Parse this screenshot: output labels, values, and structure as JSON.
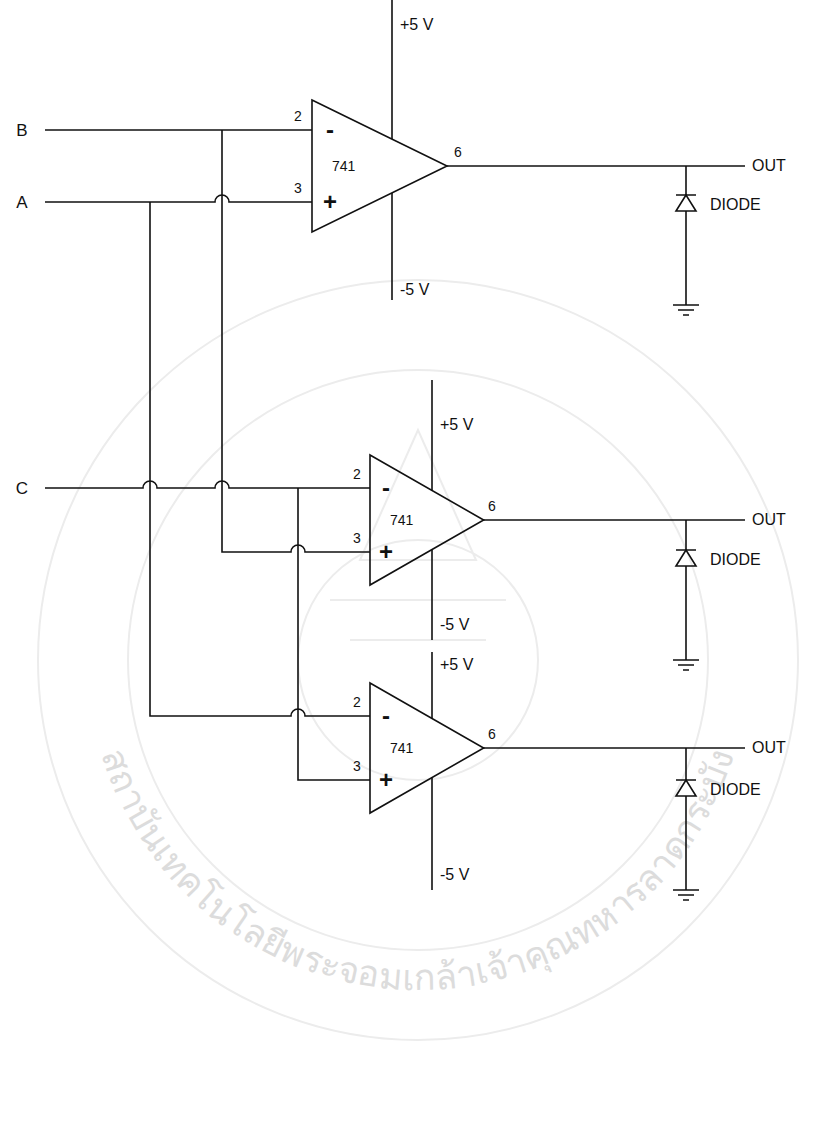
{
  "diagram": {
    "nodes": [
      {
        "text": [
          "741"
        ]
      },
      {
        "text": [
          "741"
        ]
      },
      {
        "text": [
          "741"
        ]
      }
    ],
    "labels": [
      "+5 V",
      "B",
      "2",
      "-",
      "6",
      "A",
      "3",
      "+",
      "OUT",
      "DIODE",
      "-5 V",
      "+5 V",
      "C",
      "2",
      "-",
      "6",
      "OUT",
      "3",
      "+",
      "DIODE",
      "-5 V",
      "+5 V",
      "2",
      "-",
      "6",
      "OUT",
      "3",
      "+",
      "DIODE",
      "-5 V",
      "สถาบันเทคโนโลยีพระจอมเกล้าเจ้าคุณทหารลาดกระบัง"
    ]
  }
}
